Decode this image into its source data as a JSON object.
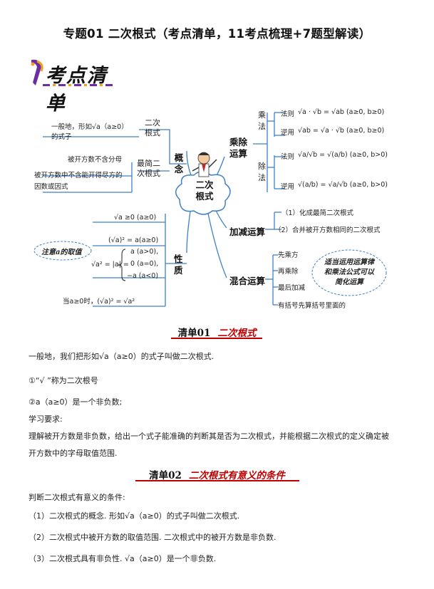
{
  "title": "专题01 二次根式（考点清单，11考点梳理+7题型解读）",
  "kaodian_qingdan": "考点清单",
  "mindmap": {
    "center": [
      "二次",
      "根式"
    ],
    "gainian": {
      "label": "概念",
      "erci_genshi": [
        "二次",
        "根式"
      ],
      "def_line1": "一般地，形如√a（a≥0）",
      "def_line2": "的式子",
      "zuijian": [
        "最简二",
        "次根式"
      ],
      "zj_cond1": "被开方数不含分母",
      "zj_cond2": "被开方数中不含能开得尽方的",
      "zj_cond3": "因数或因式"
    },
    "xingzhi": {
      "label": [
        "性",
        "质"
      ],
      "f1": "√a ≥0 (a≥0)",
      "f2": "(√a)² = a(a≥0)",
      "f3_left": "√a² = |a| =",
      "f3_c1": "a (a>0),",
      "f3_c2": "0 (a=0),",
      "f3_c3": "−a (a<0)",
      "f4": "当a≥0时，(√a)² = √a²",
      "note": "注意a的取值"
    },
    "chengchu": {
      "label": [
        "乘除",
        "运算"
      ],
      "cheng_fa": [
        "乘",
        "法"
      ],
      "chu_fa": [
        "除",
        "法"
      ],
      "faze": "法则",
      "niyong": "逆用",
      "c_faze": "√a · √b = √ab (a≥0, b≥0)",
      "c_niyong": "√ab = √a · √b (a≥0, b≥0)",
      "d_faze": "√a/√b = √(a/b) (a≥0, b>0)",
      "d_niyong": "√(a/b) = √a/√b (a≥0, b>0)"
    },
    "jiajian": {
      "label": "加减运算",
      "i1": "（1）化成最简二次根式",
      "i2": "（2）合并被开方数相同的二次根式"
    },
    "hunhe": {
      "label": "混合运算",
      "i1": "先乘方",
      "i2": "再乘除",
      "i3": "最后加减",
      "i4": "有括号先算括号里面的",
      "note": [
        "适当运用运算律",
        "和乘法公式可以",
        "简化运算"
      ]
    }
  },
  "sec1": {
    "num": "清单01",
    "name": "二次根式",
    "p1": "一般地，我们把形如√a（a≥0）的式子叫做二次根式.",
    "p2": "①“√ ”称为二次根号",
    "p3": "②a（a≥0）是一个非负数;",
    "p4": "学习要求:",
    "p5": "理解被开方数是非负数，给出一个式子能准确的判断其是否为二次根式，并能根据二次根式的定义确定被",
    "p6": "开方数中的字母取值范围."
  },
  "sec2": {
    "num": "清单02",
    "name": "二次根式有意义的条件",
    "p1": "判断二次根式有意义的条件:",
    "p2": "（1）二次根式的概念. 形如√a（a≥0）的式子叫做二次根式.",
    "p3": "（2）二次根式中被开方数的取值范围. 二次根式中的被开方数是非负数.",
    "p4": "（3）二次根式具有非负性. √a（a≥0）是一个非负数."
  }
}
